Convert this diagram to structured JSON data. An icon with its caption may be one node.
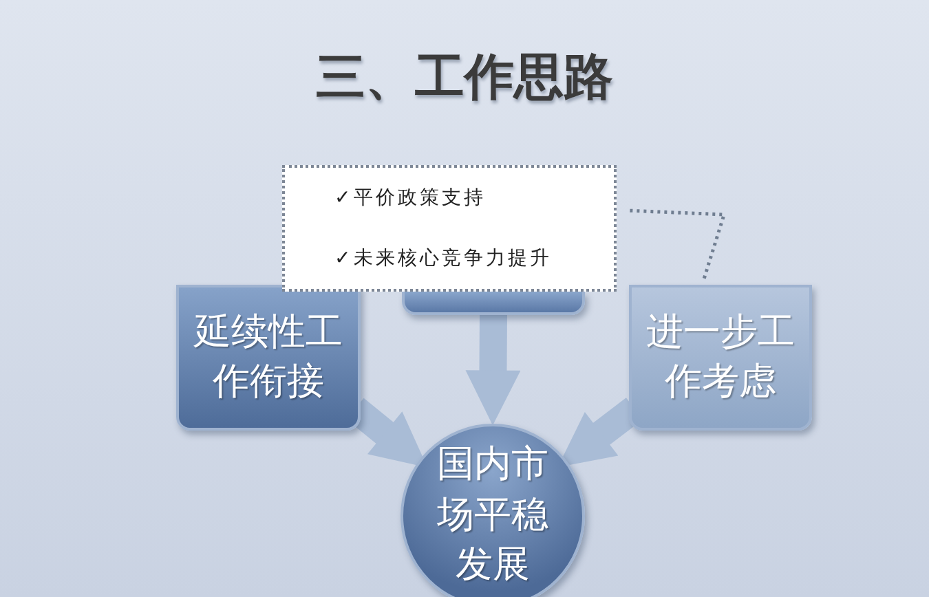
{
  "diagram": {
    "title": "三、工作思路",
    "nodes": [
      {
        "text": [
          "✓平价政策支持",
          "✓未来核心竞争力提升"
        ]
      },
      {
        "text": [],
        "shape": "box"
      },
      {
        "text": [
          "延续性工作衔接"
        ]
      },
      {
        "text": [
          "进一步工作考虑"
        ]
      },
      {
        "text": [
          "国内市场平稳发展"
        ]
      }
    ],
    "edges": [
      {
        "from": 1,
        "to": 4,
        "arrow": "to"
      },
      {
        "from": 2,
        "to": 4,
        "arrow": "to"
      },
      {
        "from": 3,
        "to": 4,
        "arrow": "to"
      },
      {
        "from": 0,
        "to": 3,
        "arrow": "none",
        "style": "dashed",
        "color": "#6f7d90"
      }
    ]
  }
}
